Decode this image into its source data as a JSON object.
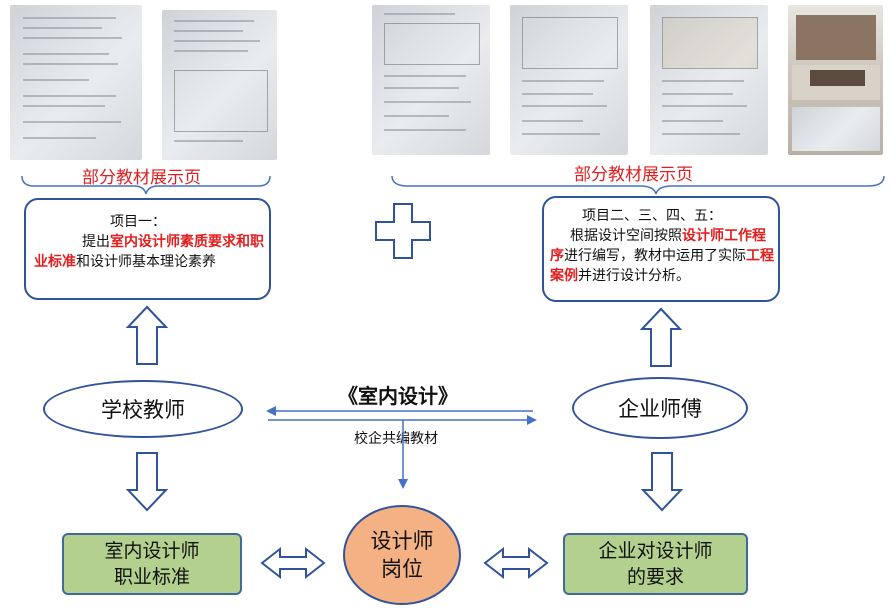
{
  "captions": {
    "left": "部分教材展示页",
    "right": "部分教材展示页"
  },
  "project_one": {
    "title": "项目一：",
    "body_plain_1": "提出",
    "body_red": "室内设计师素质要求和职业标准",
    "body_plain_2": "和设计师基本理论素养"
  },
  "project_two_five": {
    "title": "项目二、三、四、五：",
    "body_plain_1": "根据设计空间按照",
    "body_red_1": "设计师工作程序",
    "body_plain_2": "进行编写，教材中运用了实际",
    "body_red_2": "工程案例",
    "body_plain_3": "并进行设计分析。"
  },
  "center": {
    "book_title": "《室内设计》",
    "subtitle": "校企共编教材"
  },
  "nodes": {
    "school_teacher": "学校教师",
    "enterprise_master": "企业师傅",
    "designer_standard": [
      "室内设计师",
      "职业标准"
    ],
    "designer_post": [
      "设计师",
      "岗位"
    ],
    "enterprise_requirement": [
      "企业对设计师",
      "的要求"
    ]
  },
  "colors": {
    "outline_blue": "#31539c",
    "arrow_blue": "#4472c4",
    "highlight_red": "#e02020",
    "green_fill": "#b4d08f",
    "orange_fill": "#f4b183"
  },
  "icons": {
    "plus": "plus-icon",
    "hollow_up_arrow": "hollow-up-arrow-icon",
    "hollow_down_arrow": "hollow-down-arrow-icon",
    "double_arrow": "double-arrow-icon"
  }
}
